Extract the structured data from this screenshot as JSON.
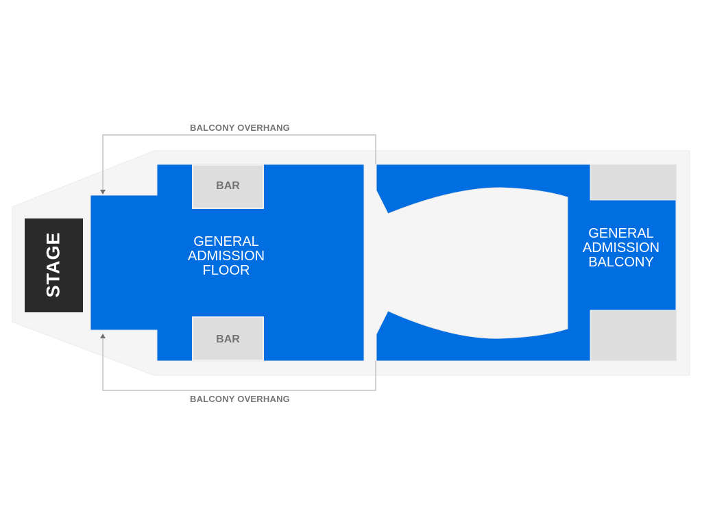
{
  "map": {
    "stage": {
      "label": "STAGE"
    },
    "sections": [
      {
        "id": "ga-floor",
        "label_lines": [
          "GENERAL",
          "ADMISSION",
          "FLOOR"
        ]
      },
      {
        "id": "ga-balcony",
        "label_lines": [
          "GENERAL",
          "ADMISSION",
          "BALCONY"
        ]
      }
    ],
    "bars": [
      {
        "label": "BAR"
      },
      {
        "label": "BAR"
      }
    ],
    "annotations": {
      "overhang_top": "BALCONY OVERHANG",
      "overhang_bottom": "BALCONY OVERHANG"
    },
    "colors": {
      "section_blue": "#006de0",
      "venue_outline": "#f5f5f5",
      "bar_gray": "#dddddd",
      "stage_dark": "#2a2a2a",
      "annotation_gray": "#757575"
    }
  }
}
